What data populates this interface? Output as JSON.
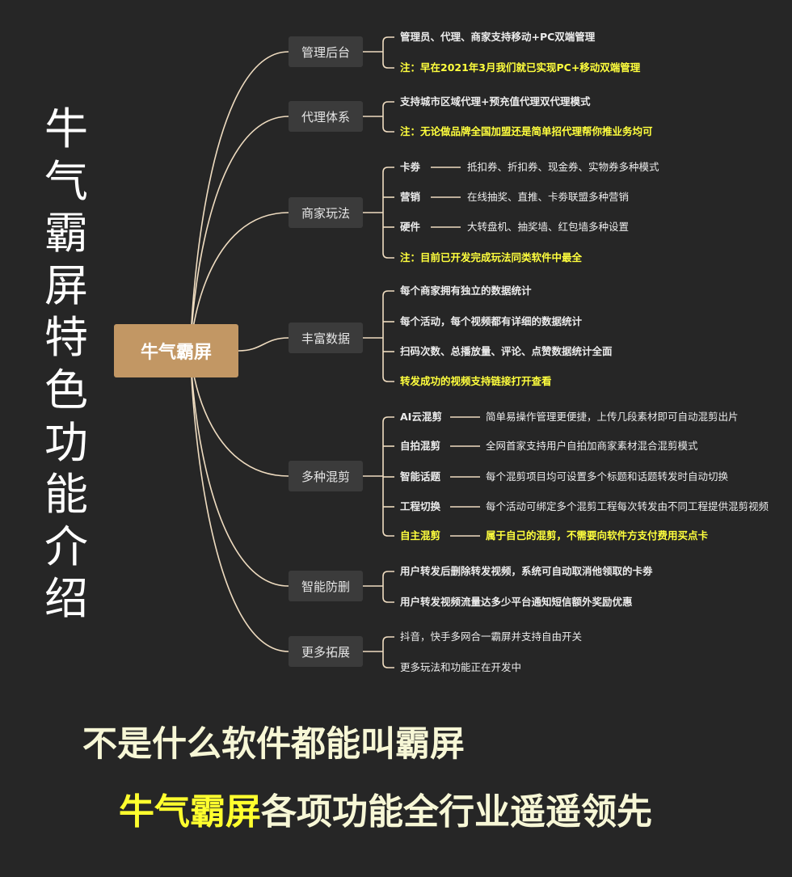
{
  "vertical_title": "牛气霸屏特色功能介绍",
  "root_label": "牛气霸屏",
  "colors": {
    "background": "#262626",
    "root_fill": "#c29764",
    "branch_fill": "#3b3b3b",
    "link": "#efdcc0",
    "note": "#ffff3d",
    "text": "#ececec",
    "slogan": "#f7f7d6"
  },
  "branches": [
    {
      "label": "管理后台",
      "leaves": [
        {
          "text": "管理员、代理、商家支持移动+PC双端管理"
        },
        {
          "text": "注：早在2021年3月我们就已实现PC+移动双端管理",
          "highlight": true
        }
      ]
    },
    {
      "label": "代理体系",
      "leaves": [
        {
          "text": "支持城市区域代理+预充值代理双代理模式"
        },
        {
          "text": "注：无论做品牌全国加盟还是简单招代理帮你推业务均可",
          "highlight": true
        }
      ]
    },
    {
      "label": "商家玩法",
      "leaves": [
        {
          "key": "卡劵",
          "text": "抵扣券、折扣券、现金券、实物券多种模式"
        },
        {
          "key": "营销",
          "text": "在线抽奖、直推、卡劵联盟多种营销"
        },
        {
          "key": "硬件",
          "text": "大转盘机、抽奖墙、红包墙多种设置"
        },
        {
          "text": "注：目前已开发完成玩法同类软件中最全",
          "highlight": true
        }
      ]
    },
    {
      "label": "丰富数据",
      "leaves": [
        {
          "text": "每个商家拥有独立的数据统计"
        },
        {
          "text": "每个活动，每个视频都有详细的数据统计"
        },
        {
          "text": "扫码次数、总播放量、评论、点赞数据统计全面"
        },
        {
          "text": "转发成功的视频支持链接打开查看",
          "highlight": true
        }
      ]
    },
    {
      "label": "多种混剪",
      "leaves": [
        {
          "key": "AI云混剪",
          "text": "简单易操作管理更便捷，上传几段素材即可自动混剪出片"
        },
        {
          "key": "自拍混剪",
          "text": "全网首家支持用户自拍加商家素材混合混剪模式"
        },
        {
          "key": "智能话题",
          "text": "每个混剪项目均可设置多个标题和话题转发时自动切换"
        },
        {
          "key": "工程切换",
          "text": "每个活动可绑定多个混剪工程每次转发由不同工程提供混剪视频"
        },
        {
          "key": "自主混剪",
          "text": "属于自己的混剪，不需要向软件方支付费用买点卡",
          "highlight": true
        }
      ]
    },
    {
      "label": "智能防删",
      "leaves": [
        {
          "text": "用户转发后删除转发视频，系统可自动取消他领取的卡劵"
        },
        {
          "text": "用户转发视频流量达多少平台通知短信额外奖励优惠"
        }
      ]
    },
    {
      "label": "更多拓展",
      "leaves": [
        {
          "text": "抖音，快手多网合一霸屏并支持自由开关",
          "plain": true
        },
        {
          "text": "更多玩法和功能正在开发中",
          "plain": true
        }
      ]
    }
  ],
  "slogans": {
    "line1": "不是什么软件都能叫霸屏",
    "line2_brand": "牛气霸屏",
    "line2_rest": "各项功能全行业遥遥领先"
  }
}
